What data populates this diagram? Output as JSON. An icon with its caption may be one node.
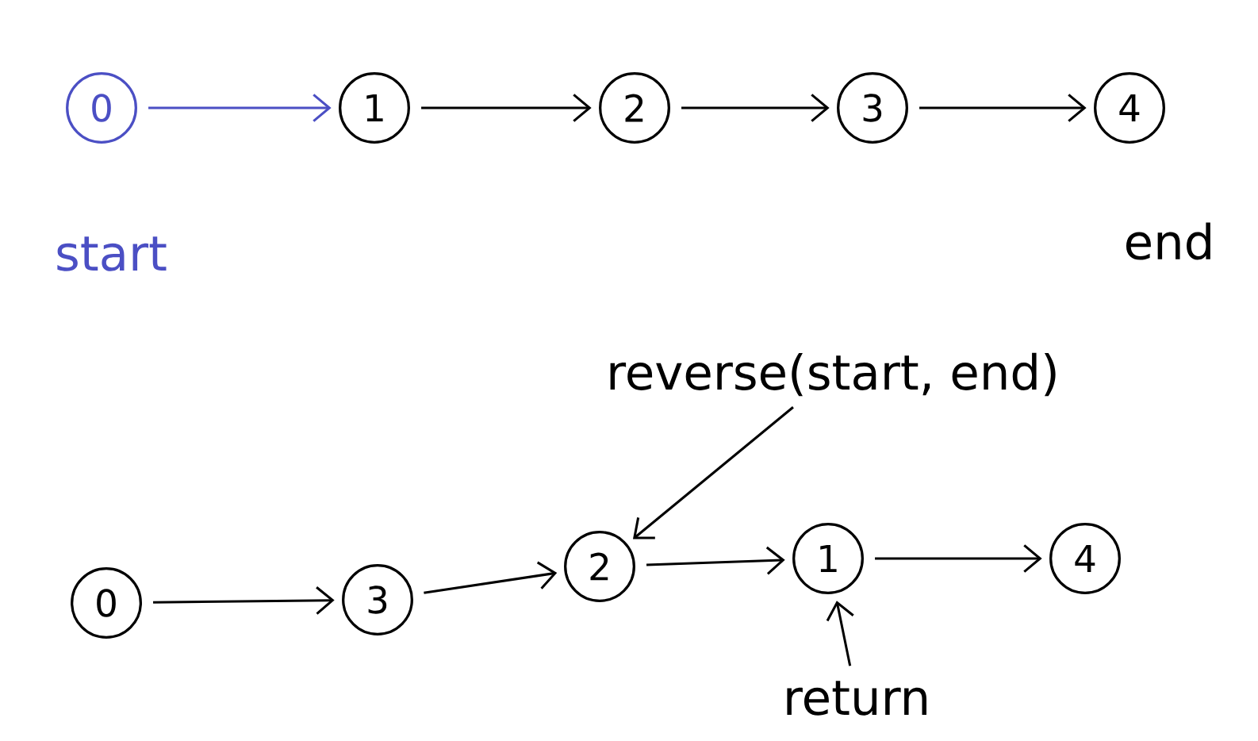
{
  "diagram": {
    "nodes": [
      {
        "text": [
          "0"
        ],
        "beside": [
          "start"
        ]
      },
      {
        "text": [
          "1"
        ]
      },
      {
        "text": [
          "2"
        ]
      },
      {
        "text": [
          "3"
        ]
      },
      {
        "text": [
          "4"
        ],
        "beside": [
          "end"
        ]
      },
      {
        "text": [
          "reverse(start, end)"
        ]
      },
      {
        "text": [
          "0"
        ]
      },
      {
        "text": [
          "3"
        ]
      },
      {
        "text": [
          "2"
        ]
      },
      {
        "text": [
          "1"
        ]
      },
      {
        "text": [
          "4"
        ]
      },
      {
        "text": [
          "return"
        ]
      }
    ],
    "edges": [
      {
        "from": 0,
        "to": 1,
        "arrow": "to",
        "color": "#4b4fc4"
      },
      {
        "from": 1,
        "to": 2,
        "arrow": "to"
      },
      {
        "from": 2,
        "to": 3,
        "arrow": "to"
      },
      {
        "from": 3,
        "to": 4,
        "arrow": "to"
      },
      {
        "from": 5,
        "to": 8,
        "arrow": "to"
      },
      {
        "from": 6,
        "to": 7,
        "arrow": "to"
      },
      {
        "from": 7,
        "to": 8,
        "arrow": "to"
      },
      {
        "from": 8,
        "to": 9,
        "arrow": "to"
      },
      {
        "from": 9,
        "to": 10,
        "arrow": "to"
      },
      {
        "from": 11,
        "to": 9,
        "arrow": "to"
      }
    ]
  }
}
